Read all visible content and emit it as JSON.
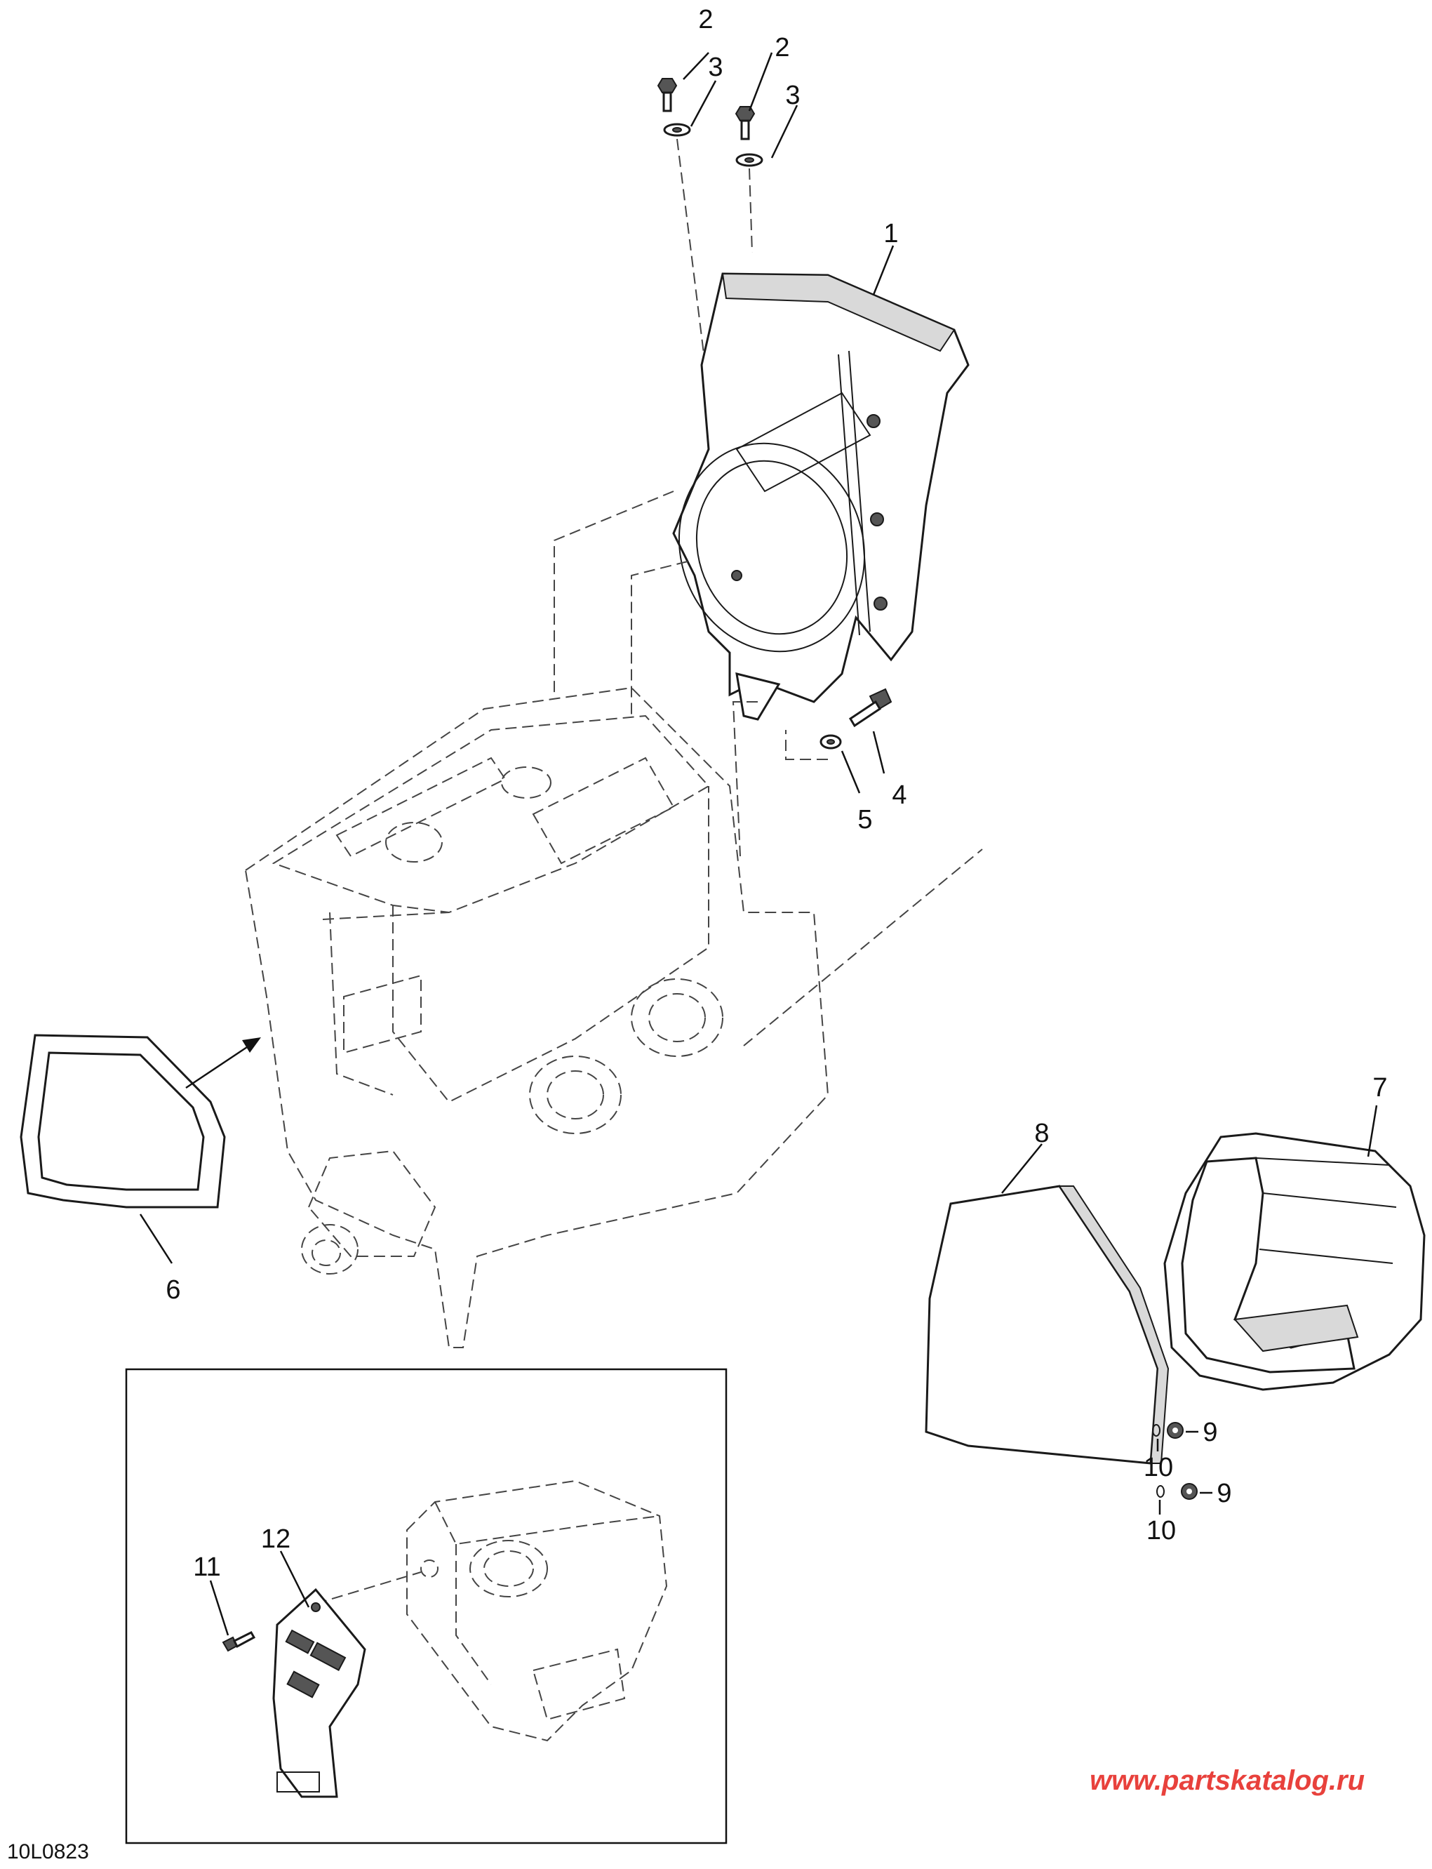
{
  "diagram": {
    "drawing_code": "10L0823",
    "watermark": "www.partskatalog.ru",
    "callouts": {
      "c1": "1",
      "c2a": "2",
      "c2b": "2",
      "c3a": "3",
      "c3b": "3",
      "c4": "4",
      "c5": "5",
      "c6": "6",
      "c7": "7",
      "c8": "8",
      "c9a": "9",
      "c9b": "9",
      "c10a": "10",
      "c10b": "10",
      "c11": "11",
      "c12": "12"
    }
  }
}
